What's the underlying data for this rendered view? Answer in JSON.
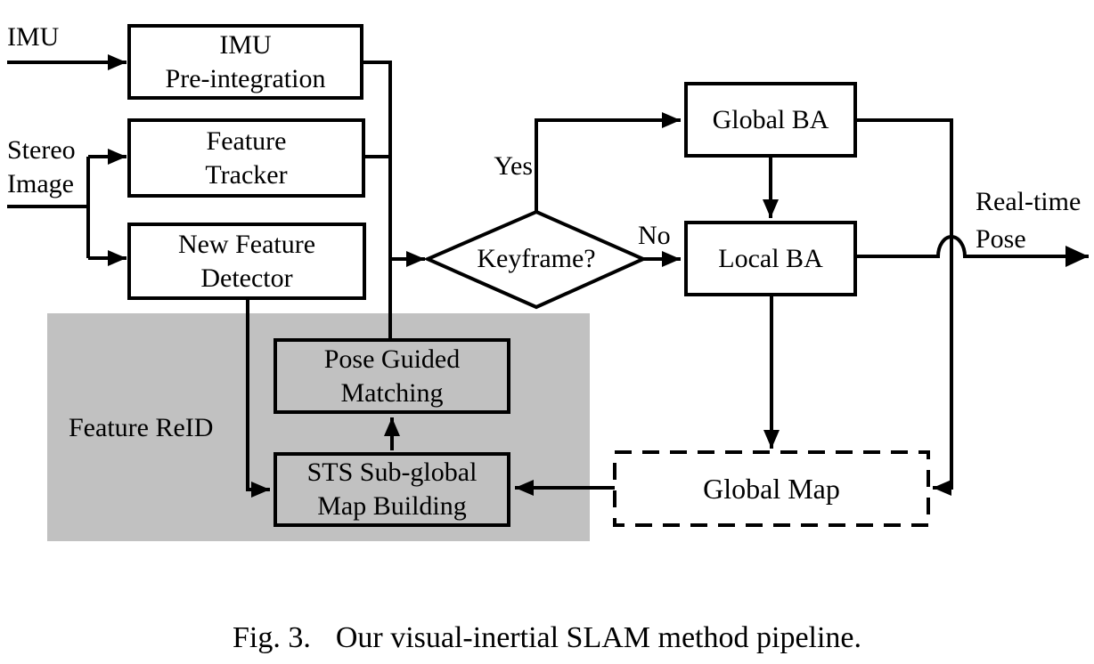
{
  "figure": {
    "caption_prefix": "Fig. 3.",
    "caption_text": "Our visual-inertial SLAM method pipeline."
  },
  "inputs": {
    "imu": "IMU",
    "stereo_line1": "Stereo",
    "stereo_line2": "Image"
  },
  "nodes": {
    "imu_preintegration": {
      "line1": "IMU",
      "line2": "Pre-integration"
    },
    "feature_tracker": {
      "line1": "Feature",
      "line2": "Tracker"
    },
    "new_feature_detector": {
      "line1": "New Feature",
      "line2": "Detector"
    },
    "pose_guided_matching": {
      "line1": "Pose Guided",
      "line2": "Matching"
    },
    "sts_subglobal_map_building": {
      "line1": "STS Sub-global",
      "line2": "Map Building"
    },
    "global_ba": {
      "label": "Global BA"
    },
    "local_ba": {
      "label": "Local BA"
    },
    "global_map": {
      "label": "Global Map"
    },
    "keyframe_decision": {
      "label": "Keyframe?"
    }
  },
  "region": {
    "feature_reid": "Feature ReID"
  },
  "edges": {
    "yes": "Yes",
    "no": "No"
  },
  "outputs": {
    "realtime_line1": "Real-time",
    "realtime_line2": "Pose"
  },
  "colors": {
    "ink": "#000000",
    "region_gray": "#c1c1c1",
    "background": "#ffffff"
  }
}
